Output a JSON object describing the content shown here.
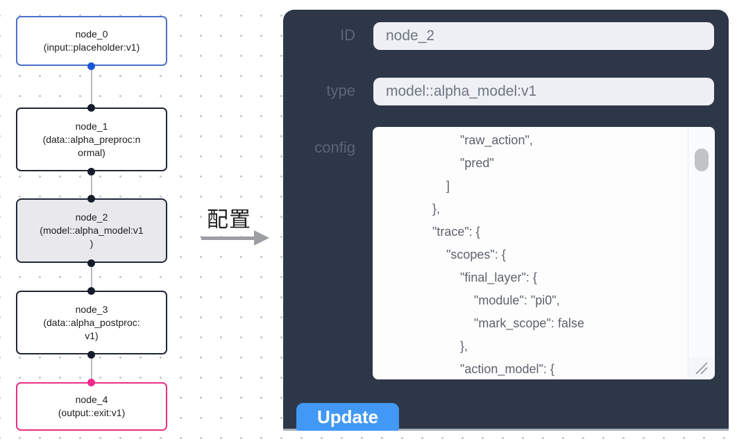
{
  "canvas": {
    "nodes": [
      {
        "id": "node_0",
        "kind": "input",
        "type_lines": [
          "(input::placeholder:v1)"
        ]
      },
      {
        "id": "node_1",
        "kind": "default",
        "type_lines": [
          "(data::alpha_preproc:n",
          "ormal)"
        ]
      },
      {
        "id": "node_2",
        "kind": "selected",
        "type_lines": [
          "(model::alpha_model:v1",
          ")"
        ]
      },
      {
        "id": "node_3",
        "kind": "default",
        "type_lines": [
          "(data::alpha_postproc:",
          "v1)"
        ]
      },
      {
        "id": "node_4",
        "kind": "output",
        "type_lines": [
          "(output::exit:v1)"
        ]
      }
    ]
  },
  "annotation": {
    "label": "配置"
  },
  "panel": {
    "id_label": "ID",
    "id_value": "node_2",
    "type_label": "type",
    "type_value": "model::alpha_model:v1",
    "config_label": "config",
    "config_text": "            \"raw_action\",\n            \"pred\"\n        ]\n    },\n    \"trace\": {\n        \"scopes\": {\n            \"final_layer\": {\n                \"module\": \"pi0\",\n                \"mark_scope\": false\n            },\n            \"action_model\": {",
    "update_label": "Update"
  },
  "colors": {
    "panel_bg": "#2d3748",
    "input_bg": "#eef0f5",
    "button_blue": "#4298f5",
    "node_input_border": "#4a72c8",
    "node_default_border": "#1f2533",
    "node_selected_bg": "#e9e9ec",
    "node_output_border": "#ea2f82",
    "handle_blue": "#1b55d6",
    "handle_dark": "#171c2a",
    "handle_pink": "#f0278c",
    "edge_gray": "#b9babf",
    "canvas_dot": "#c5c8cf"
  }
}
